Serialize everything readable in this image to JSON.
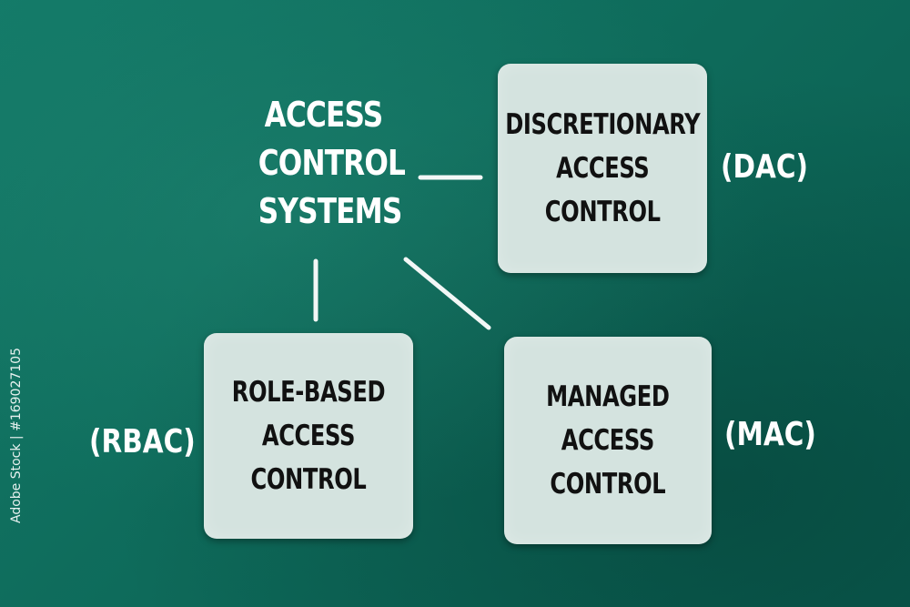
{
  "title": {
    "lines": [
      "ACCESS",
      "CONTROL",
      "SYSTEMS"
    ]
  },
  "cards": {
    "dac": {
      "lines": [
        "DISCRETIONARY",
        "ACCESS",
        "CONTROL"
      ],
      "abbr": "(DAC)"
    },
    "rbac": {
      "lines": [
        "ROLE-BASED",
        "ACCESS",
        "CONTROL"
      ],
      "abbr": "(RBAC)"
    },
    "mac": {
      "lines": [
        "MANAGED",
        "ACCESS",
        "CONTROL"
      ],
      "abbr": "(MAC)"
    }
  },
  "watermark": "Adobe Stock | #169027105",
  "colors": {
    "board": "#0f6f5f",
    "card": "#d4e3df",
    "card_text": "#111111",
    "chalk": "#ffffff"
  }
}
